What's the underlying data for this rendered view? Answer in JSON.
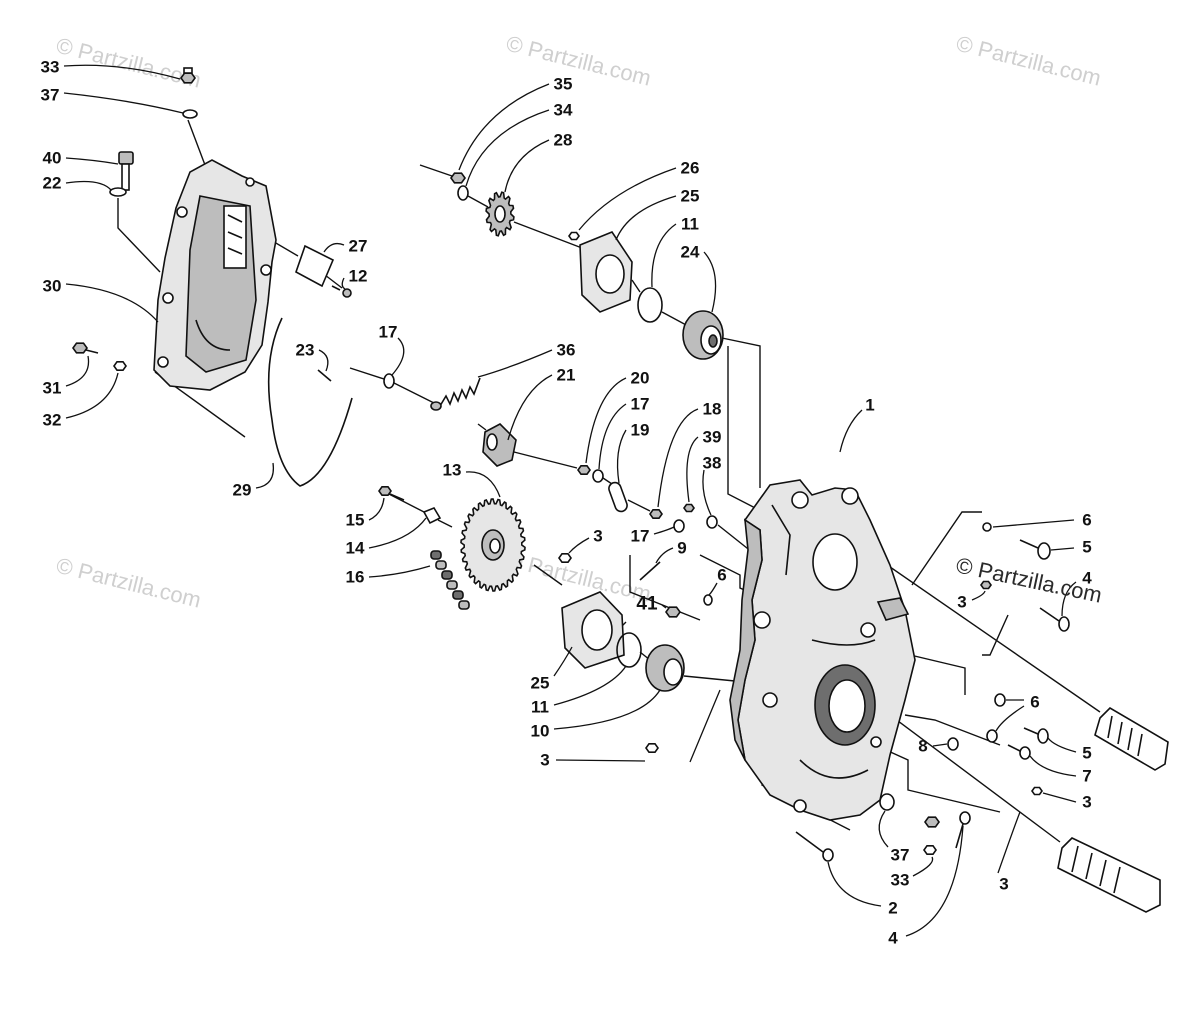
{
  "watermark": "© Partzilla.com",
  "callouts": [
    "33",
    "37",
    "40",
    "22",
    "30",
    "31",
    "32",
    "29",
    "23",
    "27",
    "12",
    "17",
    "36",
    "21",
    "20",
    "17",
    "19",
    "18",
    "39",
    "38",
    "1",
    "35",
    "34",
    "28",
    "26",
    "25",
    "11",
    "24",
    "13",
    "15",
    "14",
    "16",
    "3",
    "9",
    "6",
    "41",
    "25",
    "11",
    "10",
    "3",
    "6",
    "5",
    "3",
    "4",
    "6",
    "5",
    "8",
    "7",
    "3",
    "37",
    "33",
    "3",
    "2",
    "4",
    "17"
  ]
}
